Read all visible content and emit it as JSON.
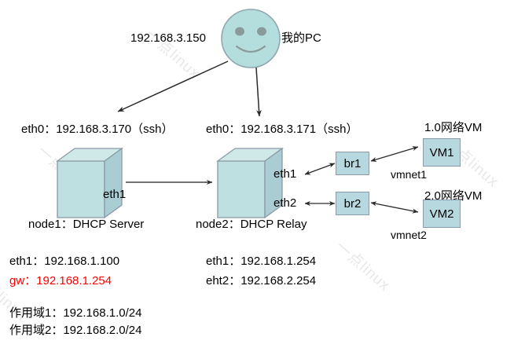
{
  "diagram": {
    "title": "DHCP Relay network topology",
    "colors": {
      "node_fill": "#bfe0e0",
      "node_fill_top": "#cfe9e9",
      "node_fill_side": "#a9cdd3",
      "node_stroke": "#8a9aa6",
      "box_fill": "#b7d8de",
      "face_fill": "#b4dede",
      "face_stroke": "#8fa7ad",
      "face_feature": "#8a9a9a",
      "arrow": "#2b2b2b",
      "text": "#000000",
      "accent_red": "#ff0000",
      "watermark": "#e8e8ea"
    },
    "watermark_text": "一点linux"
  },
  "pc": {
    "icon": "smiley-face-icon",
    "label": "我的PC",
    "ip": "192.168.3.150"
  },
  "node1": {
    "icon": "cube-server-icon",
    "eth0_label": "eth0：192.168.3.170（ssh）",
    "eth1_label": "eth1",
    "name_label": "node1：DHCP Server",
    "details": [
      {
        "text": "eth1：192.168.1.100",
        "color": "#000000"
      },
      {
        "text": "gw：192.168.1.254",
        "color": "#ff0000"
      }
    ],
    "scopes": [
      "作用域1：192.168.1.0/24",
      "作用域2：192.168.2.0/24"
    ]
  },
  "node2": {
    "icon": "cube-server-icon",
    "eth0_label": "eth0：192.168.3.171（ssh）",
    "eth1_label": "eth1",
    "eth2_label": "eth2",
    "name_label": "node2：DHCP Relay",
    "details": [
      {
        "text": "eth1：192.168.1.254",
        "color": "#000000"
      },
      {
        "text": "eht2：192.168.2.254",
        "color": "#000000"
      }
    ]
  },
  "bridges": [
    {
      "name": "br1",
      "label": "br1"
    },
    {
      "name": "br2",
      "label": "br2"
    }
  ],
  "vms": [
    {
      "name": "VM1",
      "label": "VM1",
      "caption": "1.0网络VM",
      "vmnet": "vmnet1"
    },
    {
      "name": "VM2",
      "label": "VM2",
      "caption": "2.0网络VM",
      "vmnet": "vmnet2"
    }
  ]
}
